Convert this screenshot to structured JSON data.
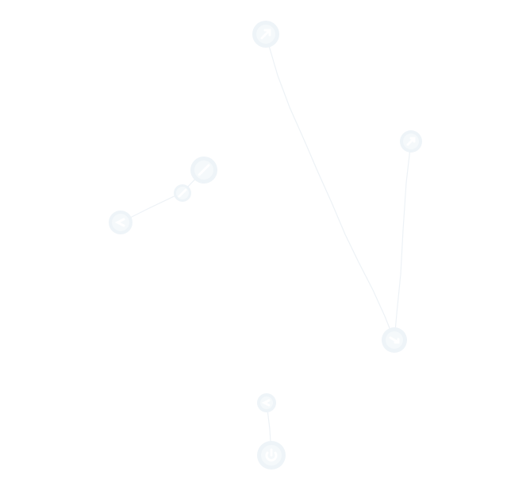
{
  "scene": {
    "background_color": "#ffffff",
    "line_color": "#dfe8ef",
    "icon_halo_color": "#eef4f8",
    "icon_core_color": "#f5f9fb",
    "icon_glyph_color": "#ffffff"
  },
  "icons": [
    {
      "name": "ghost-icon-top",
      "kind": "arrow-icon"
    },
    {
      "name": "ghost-icon-right",
      "kind": "arrow-icon"
    },
    {
      "name": "ghost-icon-mid-left-upper",
      "kind": "slash-icon"
    },
    {
      "name": "ghost-icon-mid-left-lower",
      "kind": "slash-icon"
    },
    {
      "name": "ghost-icon-left",
      "kind": "arrow-icon"
    },
    {
      "name": "ghost-icon-lower-right",
      "kind": "arrow-icon"
    },
    {
      "name": "ghost-icon-bottom-small",
      "kind": "arrow-icon"
    },
    {
      "name": "ghost-icon-bottom",
      "kind": "power-icon"
    }
  ]
}
